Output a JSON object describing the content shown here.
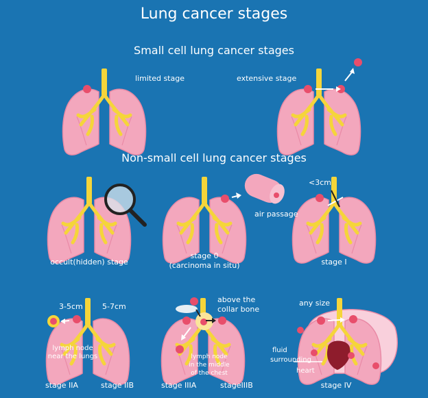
{
  "title": "Lung cancer stages",
  "small_cell": {
    "heading": "Small cell lung cancer stages",
    "limited": "limited stage",
    "extensive": "extensive stage"
  },
  "non_small_cell": {
    "heading": "Non-small cell lung cancer stages",
    "occult": "occult(hidden) stage",
    "stage0_line1": "stage 0",
    "stage0_line2": "(carcinoma in situ)",
    "air_passage": "air passage",
    "stage1_size": "<3cm",
    "stage1": "stage I",
    "size_3_5": "3-5cm",
    "size_5_7": "5-7cm",
    "lymph_near_1": "lymph node",
    "lymph_near_2": "near the lungs",
    "stage2a": "stage IIA",
    "stage2b": "stage IIB",
    "collar_1": "above the",
    "collar_2": "collar bone",
    "lymph_mid_1": "lymph node",
    "lymph_mid_2": "in the middle",
    "lymph_mid_3": "of the chest",
    "stage3a": "stage IIIA",
    "stage3b": "stageIIIB",
    "any_size": "any size",
    "fluid_1": "fluid",
    "fluid_2": "surrounding",
    "fluid_3": "heart",
    "stage4": "stage IV"
  },
  "colors": {
    "background": "#1a74b2",
    "lung": "#f3a7bd",
    "lung_edge": "#e98aa6",
    "airway": "#f5d53a",
    "tumor": "#e84e6b",
    "heart": "#8e1c2c",
    "text": "#ffffff"
  }
}
